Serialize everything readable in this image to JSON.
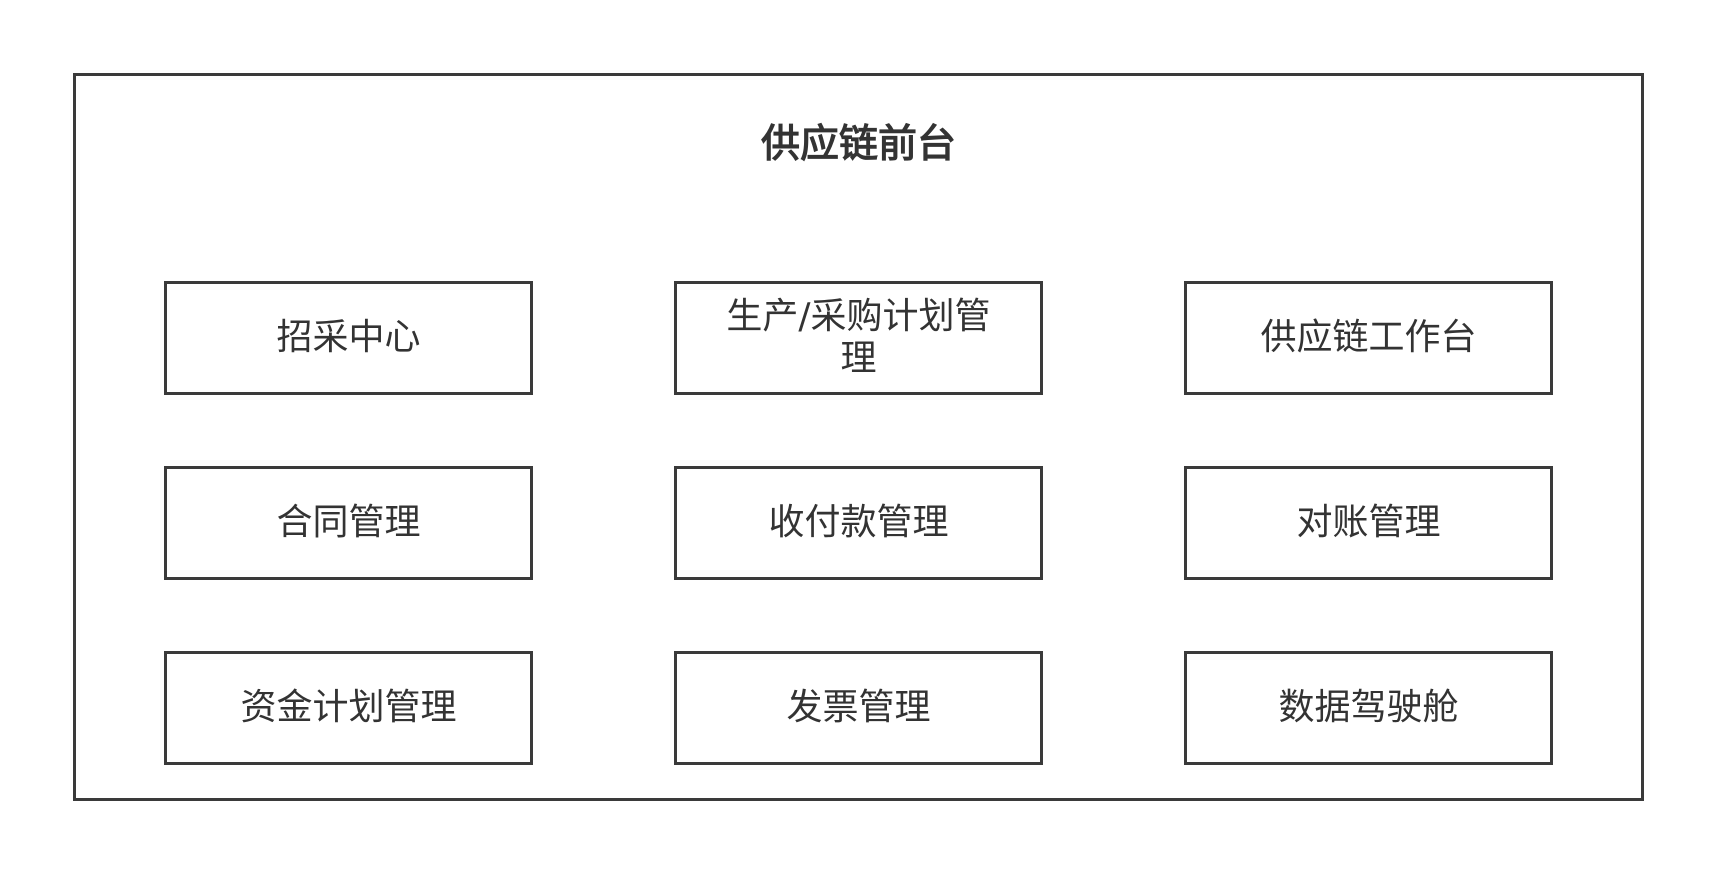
{
  "page": {
    "background": "#ffffff"
  },
  "diagram": {
    "title": "供应链前台",
    "border_color": "#3a3a3a",
    "text_color": "#333333",
    "modules": [
      {
        "label": "招采中心"
      },
      {
        "label": "生产/采购计划管理"
      },
      {
        "label": "供应链工作台"
      },
      {
        "label": "合同管理"
      },
      {
        "label": "收付款管理"
      },
      {
        "label": "对账管理"
      },
      {
        "label": "资金计划管理"
      },
      {
        "label": "发票管理"
      },
      {
        "label": "数据驾驶舱"
      }
    ]
  }
}
